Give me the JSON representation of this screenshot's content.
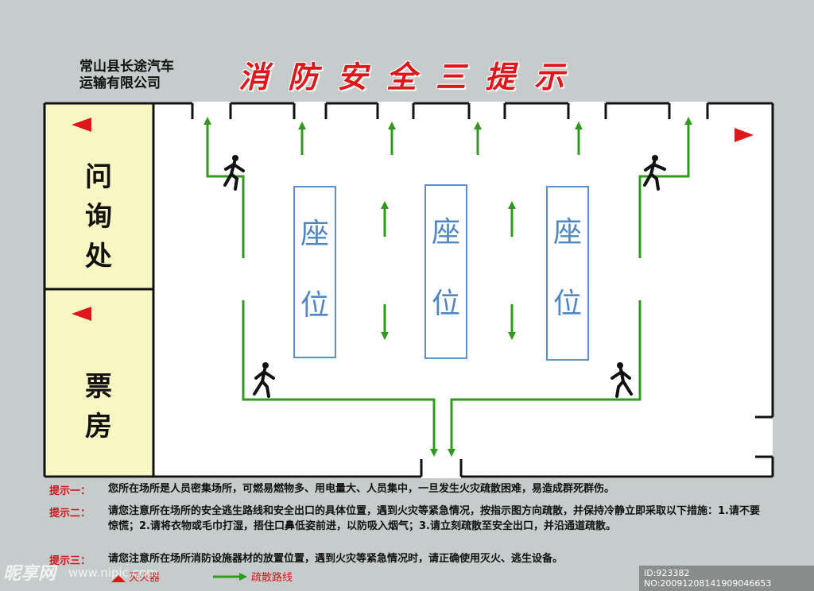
{
  "header": {
    "company": "常山县长途汽车\n运输有限公司",
    "title": "消防安全三提示"
  },
  "rooms": {
    "inquiry": "问\n询\n处",
    "ticket": "票\n房"
  },
  "seats": [
    {
      "label": "座\n位"
    },
    {
      "label": "座\n位"
    },
    {
      "label": "座\n位"
    }
  ],
  "tips": [
    {
      "label": "提示一：",
      "text": "您所在场所是人员密集场所，可燃易燃物多、用电量大、人员集中，一旦发生火灾疏散困难，易造成群死群伤。"
    },
    {
      "label": "提示二：",
      "text": "请您注意所在场所的安全逃生路线和安全出口的具体位置，遇到火灾等紧急情况，按指示图方向疏散，并保持冷静立即采取以下措施：1.请不要惊慌；2.请将衣物或毛巾打湿，捂住口鼻低姿前进，以防吸入烟气；3.请立刻疏散至安全出口，并沿通道疏散。"
    },
    {
      "label": "提示三：",
      "text": "请您注意所在场所消防设施器材的放置位置，遇到火灾等紧急情况时，请正确使用灭火、逃生设备。"
    }
  ],
  "legend": {
    "extinguisher": "灭火器",
    "route": "疏散路线"
  },
  "watermark": {
    "brand": "昵享网",
    "url": "www.nipic.com",
    "id": "ID:923382 NO:20091208141909046653"
  },
  "colors": {
    "route": "#2f9a1e",
    "marker": "#e0161b",
    "seat_border": "#5b8fcf",
    "room_fill": "#f8f6c2"
  }
}
